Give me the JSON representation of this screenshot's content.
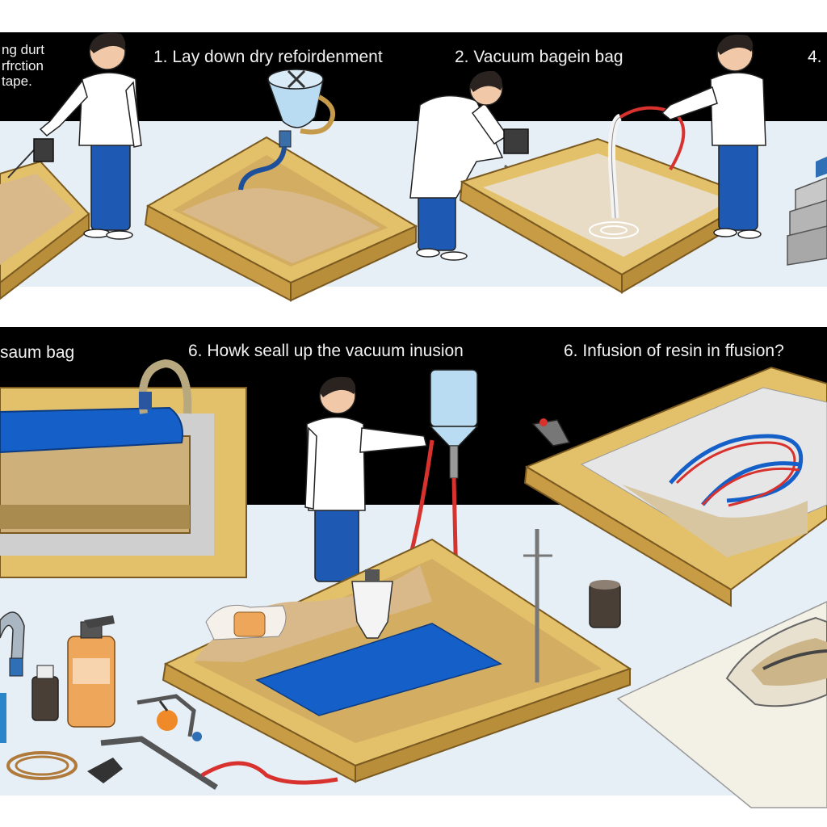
{
  "captions": {
    "top_left_fragment": "ng durt\nrfrction\ntape.",
    "step_1": "1.  Lay down dry refoirdenment",
    "step_2": "2.   Vacuum bagein  bag",
    "step_4_fragment": "4.",
    "bottom_left_fragment": "saum bag",
    "step_6a": "6.   Howk seall up the vacuum inusion",
    "step_6b": "6.    Infusion of resin in ffusion?"
  },
  "colors": {
    "band": "#000000",
    "floor": "#e6eef6",
    "wood": "#e3c06a",
    "wood_dark": "#b88e3a",
    "sand": "#d9b98a",
    "shirt": "#ffffff",
    "pants": "#1e5ab4",
    "skin": "#f2c9a8",
    "hair": "#2a2320",
    "hose_red": "#d7322e",
    "bag_blue": "#1560c8",
    "bottle_orange": "#eea65a",
    "container_blue": "#b9dcf2"
  }
}
